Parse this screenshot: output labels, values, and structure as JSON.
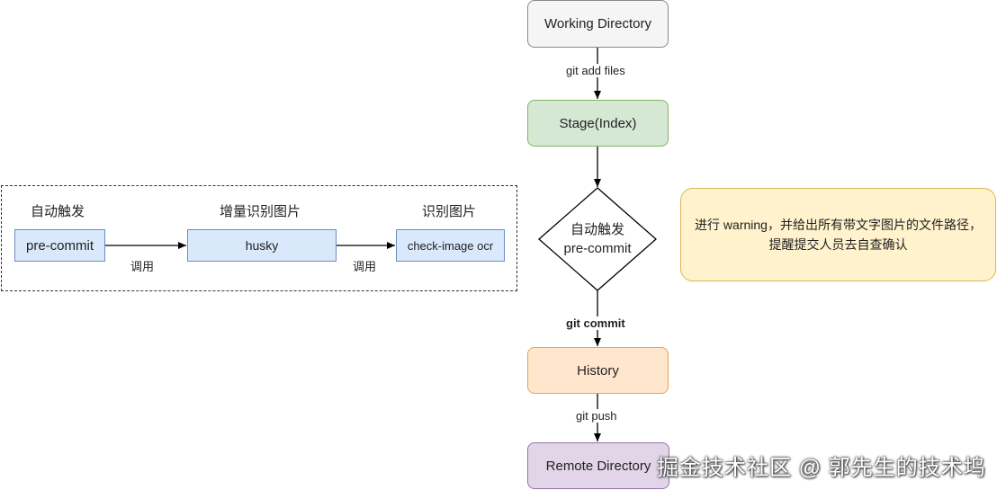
{
  "flow": {
    "working_directory": "Working Directory",
    "git_add": "git add files",
    "stage": "Stage(Index)",
    "auto_trigger": "自动触发",
    "pre_commit": "pre-commit",
    "git_commit": "git commit",
    "history": "History",
    "git_push": "git push",
    "remote_directory": "Remote Directory",
    "note": "进行 warning，并给出所有带文字图片的文件路径，提醒提交人员去自查确认"
  },
  "hooks": {
    "header_auto_trigger": "自动触发",
    "header_incremental": "增量识别图片",
    "header_recognize": "识别图片",
    "pre_commit": "pre-commit",
    "husky": "husky",
    "check_image": "check-image ocr",
    "call_1": "调用",
    "call_2": "调用"
  },
  "watermark": "掘金技术社区 @ 郭先生的技术坞",
  "colors": {
    "gray_fill": "#f5f5f5",
    "green_fill": "#d5e8d4",
    "orange_fill": "#ffe6cc",
    "purple_fill": "#e1d5e7",
    "yellow_fill": "#fff2cc",
    "blue_fill": "#dae8fc"
  }
}
